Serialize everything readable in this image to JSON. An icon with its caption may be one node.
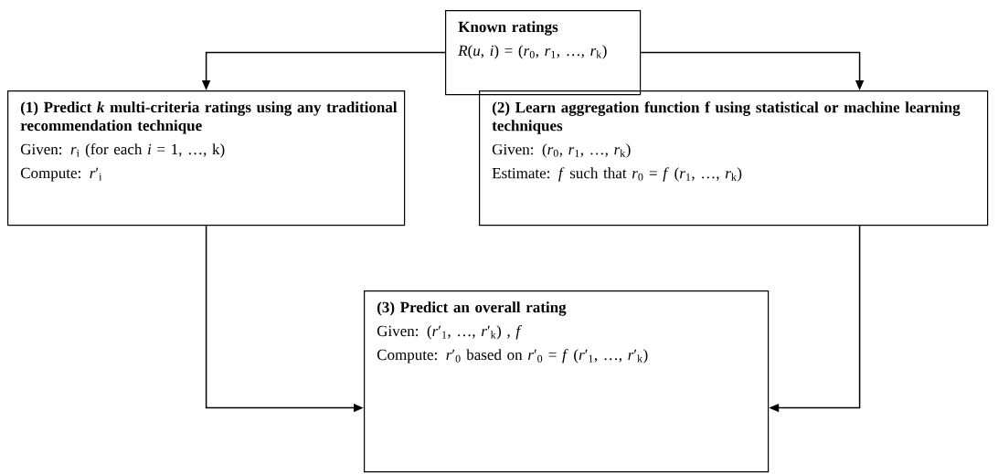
{
  "diagram": {
    "nodes": [
      {
        "text": [
          "Known ratings",
          "*R*(*u*, *i*) = (*r*$_{0}$, *r*$_{1}$, …, *r*$_{k}$)"
        ]
      },
      {
        "text": [
          "(1) Predict *k* multi-criteria ratings using any traditional recommendation technique",
          "Given:  *r*$_{i}$    (for each *i* = 1, …, k)",
          "Compute:  *r*′$_{i}$"
        ]
      },
      {
        "text": [
          "(2) Learn aggregation function f using statistical or machine learning techniques",
          "Given:  (*r*$_{0}$, *r*$_{1}$, …, *r*$_{k}$)",
          "Estimate: *f* such that  *r*$_{0}$ = *f* (*r*$_{1}$, …, *r*$_{k}$)"
        ]
      },
      {
        "text": [
          "(3) Predict an overall rating",
          "Given:  (*r*′$_{1}$, …, *r*′$_{k}$) , *f*",
          "Compute:  *r*′$_{0}$  based on  *r*′$_{0}$ = *f* (*r*′$_{1}$, …, *r*′$_{k}$)"
        ]
      }
    ],
    "edges": [
      {
        "from": 0,
        "to": 1,
        "arrow": "to"
      },
      {
        "from": 0,
        "to": 2,
        "arrow": "to"
      },
      {
        "from": 1,
        "to": 3,
        "arrow": "to"
      },
      {
        "from": 2,
        "to": 3,
        "arrow": "to"
      }
    ]
  }
}
